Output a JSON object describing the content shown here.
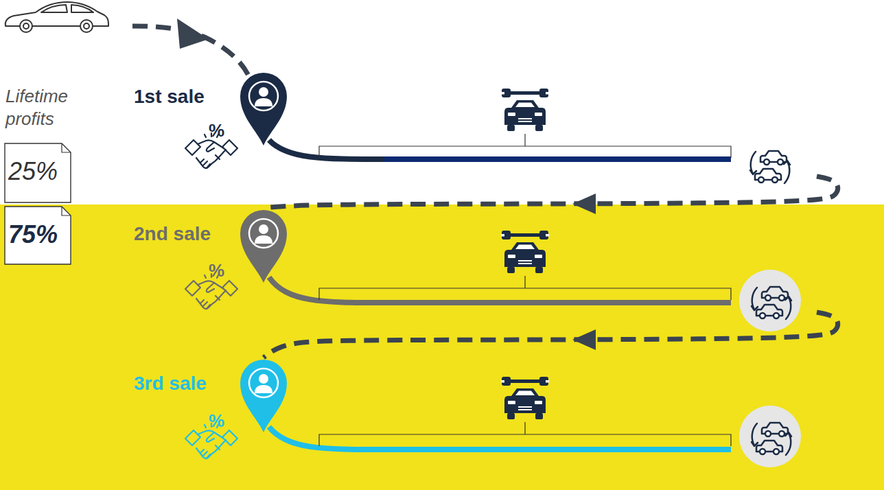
{
  "diagram": {
    "nodes": [
      {
        "text": [
          "25%"
        ]
      },
      {
        "text": [
          "75%"
        ]
      },
      {
        "text": [
          "1st sale"
        ]
      },
      {
        "text": [
          "2nd sale"
        ]
      },
      {
        "text": [
          "3rd sale"
        ]
      }
    ],
    "edges": [
      {
        "from": 2,
        "to": 3,
        "arrow": "to"
      },
      {
        "from": 3,
        "to": 4,
        "arrow": "to"
      }
    ],
    "labels": [
      "Lifetime profits",
      "%",
      "%",
      "%"
    ]
  }
}
